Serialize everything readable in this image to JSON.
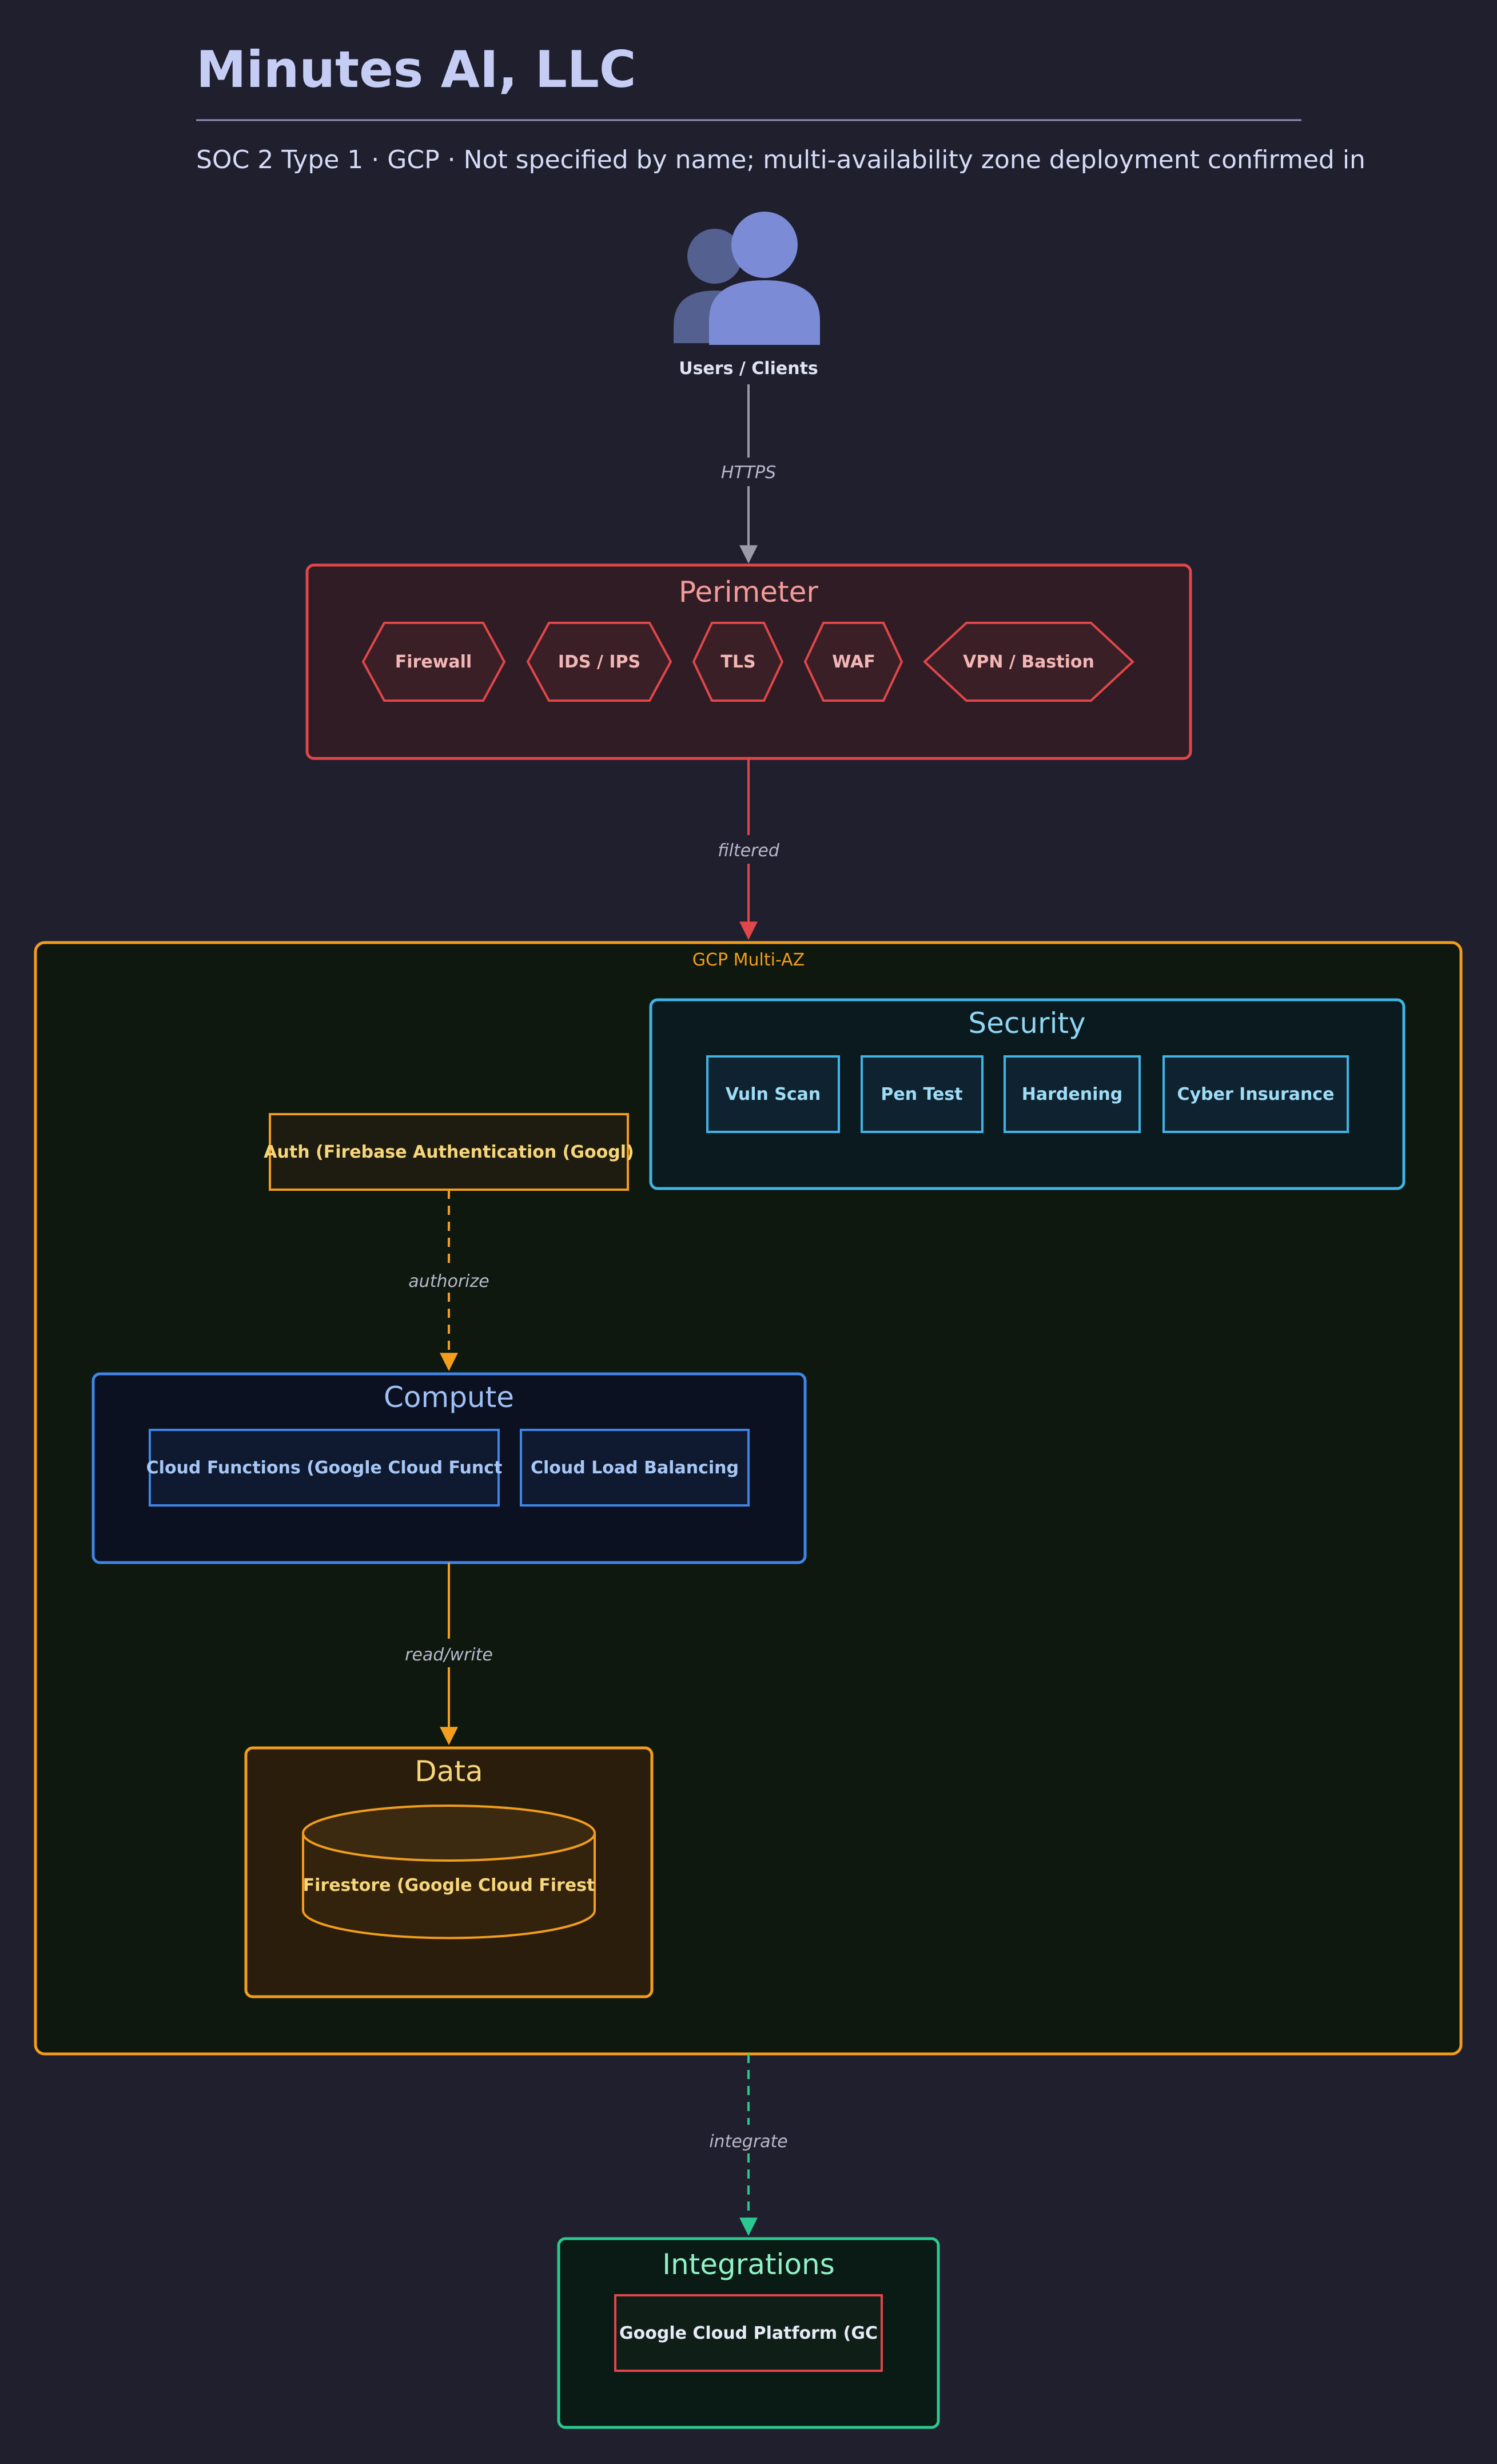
{
  "header": {
    "title": "Minutes AI, LLC",
    "subtitle": "SOC 2 Type 1 · GCP · Not specified by name; multi-availability zone deployment confirmed in"
  },
  "users": {
    "label": "Users / Clients",
    "icon": "users-icon"
  },
  "edges": {
    "https": "HTTPS",
    "filtered": "filtered",
    "authorize": "authorize",
    "read_write": "read/write",
    "integrate": "integrate"
  },
  "perimeter": {
    "title": "Perimeter",
    "items": [
      "Firewall",
      "IDS / IPS",
      "TLS",
      "WAF",
      "VPN / Bastion"
    ]
  },
  "cloud": {
    "label": "GCP Multi-AZ"
  },
  "security": {
    "title": "Security",
    "items": [
      "Vuln Scan",
      "Pen Test",
      "Hardening",
      "Cyber Insurance"
    ]
  },
  "auth": {
    "label": "Auth (Firebase Authentication (Googl)"
  },
  "compute": {
    "title": "Compute",
    "items": [
      "Cloud Functions (Google Cloud Funct",
      "Cloud Load Balancing"
    ]
  },
  "data": {
    "title": "Data",
    "items": [
      "Firestore (Google Cloud Firest"
    ]
  },
  "integrations": {
    "title": "Integrations",
    "items": [
      "Google Cloud Platform (GC"
    ]
  },
  "colors": {
    "background": "#1f1f2e",
    "perimeter": "#e0464a",
    "cloud": "#f29d1b",
    "security": "#3fb5e6",
    "compute": "#3f85e6",
    "data": "#f29d1b",
    "integrations": "#2bc98f",
    "neutral": "#9a9aa8"
  }
}
